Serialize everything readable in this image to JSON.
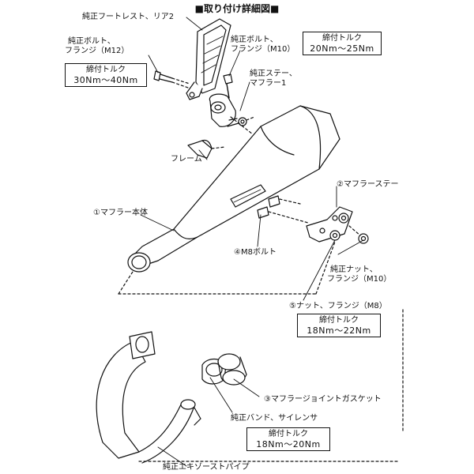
{
  "title": "■取り付け詳細図■",
  "labels": {
    "footrest": "純正フートレスト、リア2",
    "bolt_m12_line1": "純正ボルト、",
    "bolt_m12_line2": "フランジ（M12）",
    "bolt_m10_line1": "純正ボルト、",
    "bolt_m10_line2": "フランジ（M10）",
    "stay1_line1": "純正ステー、",
    "stay1_line2": "マフラー1",
    "frame": "フレーム",
    "muffler_stay": "②マフラーステー",
    "muffler_body": "①マフラー本体",
    "m8_bolt": "④M8ボルト",
    "nut_m10_line1": "純正ナット、",
    "nut_m10_line2": "フランジ（M10）",
    "nut_m8": "⑤ナット、フランジ（M8）",
    "gasket": "③マフラージョイントガスケット",
    "band_silencer": "純正バンド、サイレンサ",
    "exhaust_pipe": "純正エキゾーストパイプ"
  },
  "torques": {
    "m12": {
      "label": "締付トルク",
      "value": "30Nm〜40Nm"
    },
    "m10": {
      "label": "締付トルク",
      "value": "20Nm〜25Nm"
    },
    "m8": {
      "label": "締付トルク",
      "value": "18Nm〜22Nm"
    },
    "band": {
      "label": "締付トルク",
      "value": "18Nm〜20Nm"
    }
  }
}
